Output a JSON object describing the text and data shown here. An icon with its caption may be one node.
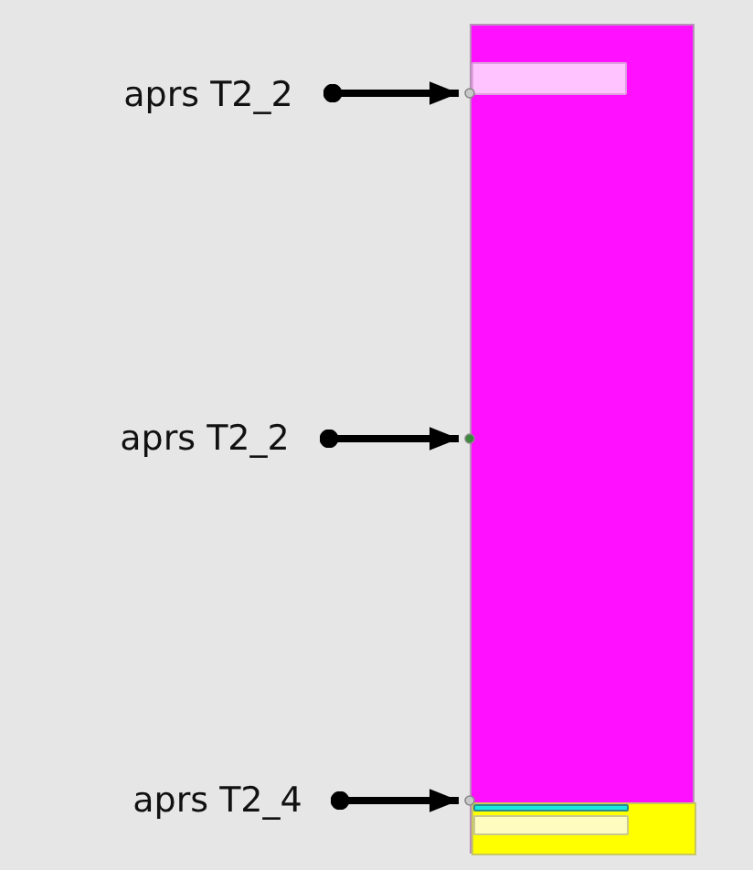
{
  "diagram": {
    "nodes": [
      {
        "text": [
          "aprs T2_2"
        ]
      },
      {
        "text": [],
        "shape": "box"
      },
      {
        "text": [],
        "shape": "bar",
        "in": 1
      },
      {
        "text": [
          "aprs T2_2"
        ]
      },
      {
        "text": [],
        "shape": "box",
        "in": 1
      },
      {
        "text": [],
        "shape": "bar",
        "in": 4
      },
      {
        "text": [],
        "shape": "bar",
        "in": 4
      },
      {
        "text": [
          "aprs T2_4"
        ]
      }
    ],
    "edges": [
      {
        "from": 0,
        "to": 2,
        "arrow": "to"
      },
      {
        "from": 3,
        "to": 1,
        "arrow": "to"
      },
      {
        "from": 7,
        "to": 5,
        "arrow": "to"
      }
    ]
  }
}
